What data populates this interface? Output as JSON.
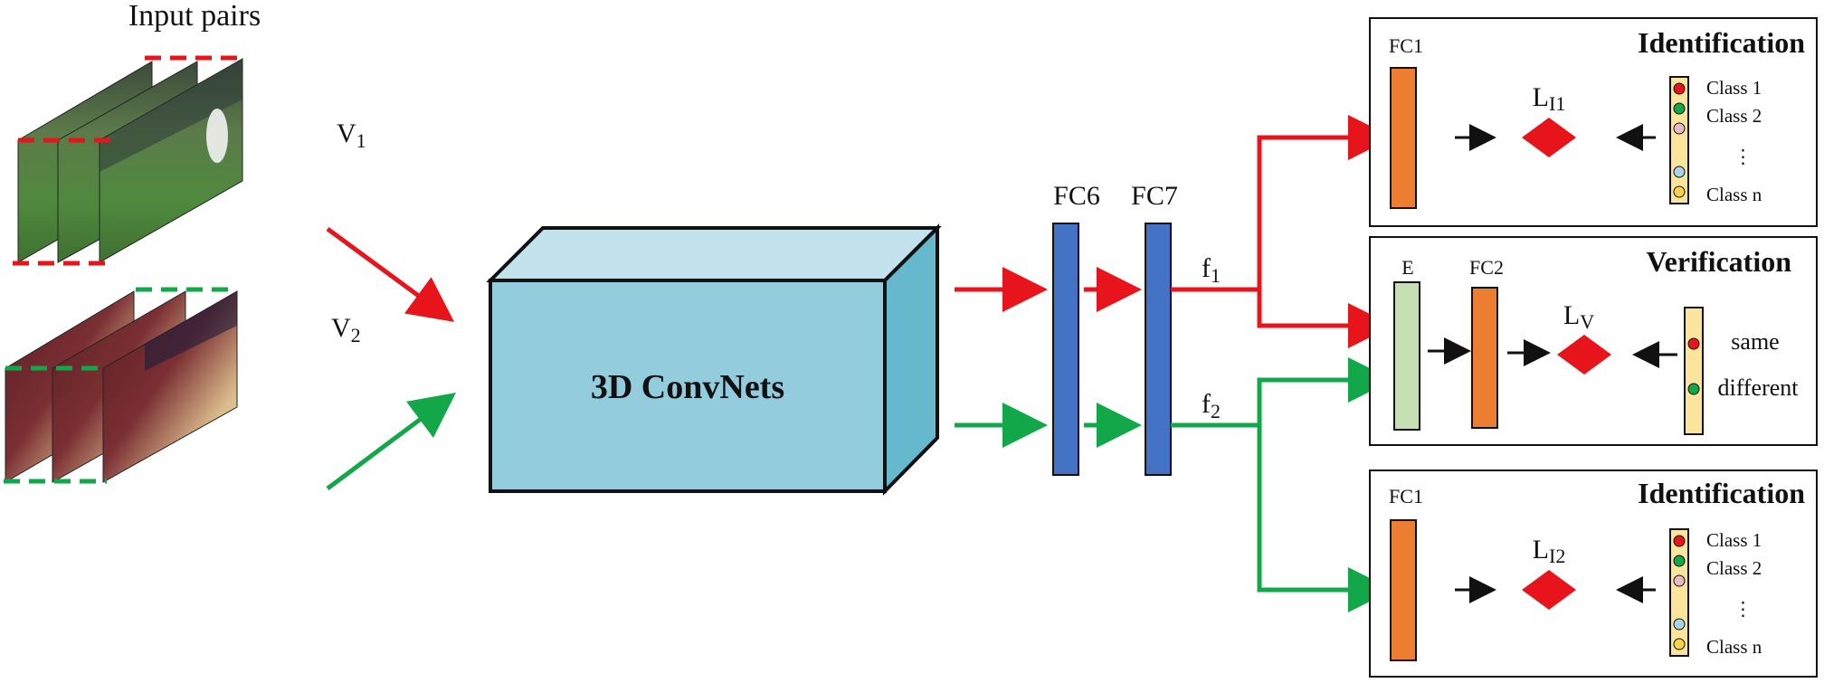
{
  "input": {
    "title": "Input pairs",
    "v1": {
      "main": "V",
      "sub": "1"
    },
    "v2": {
      "main": "V",
      "sub": "2"
    }
  },
  "convnet": {
    "label": "3D ConvNets"
  },
  "fc": {
    "fc6": "FC6",
    "fc7": "FC7"
  },
  "features": {
    "f1": {
      "main": "f",
      "sub": "1"
    },
    "f2": {
      "main": "f",
      "sub": "2"
    }
  },
  "identification_top": {
    "title": "Identification",
    "fc_label": "FC1",
    "loss": {
      "main": "L",
      "sub": "I1"
    },
    "classes": [
      "Class 1",
      "Class 2",
      "⋮",
      "Class n"
    ]
  },
  "verification": {
    "title": "Verification",
    "e_label": "E",
    "fc_label": "FC2",
    "loss": {
      "main": "L",
      "sub": "V"
    },
    "outputs": [
      "same",
      "different"
    ]
  },
  "identification_bottom": {
    "title": "Identification",
    "fc_label": "FC1",
    "loss": {
      "main": "L",
      "sub": "I2"
    },
    "classes": [
      "Class 1",
      "Class 2",
      "⋮",
      "Class n"
    ]
  },
  "colors": {
    "pair1_arrow": "#e8141b",
    "pair2_arrow": "#12a84a",
    "cube_front": "#93cddd",
    "cube_top": "#c2e3ec",
    "cube_side": "#66b8cc",
    "fc_bar": "#4472c4",
    "fc1_bar": "#ed7d31",
    "e_bar": "#c6e0b4",
    "class_strip": "#fbe59c",
    "diamond": "#e8141b"
  }
}
